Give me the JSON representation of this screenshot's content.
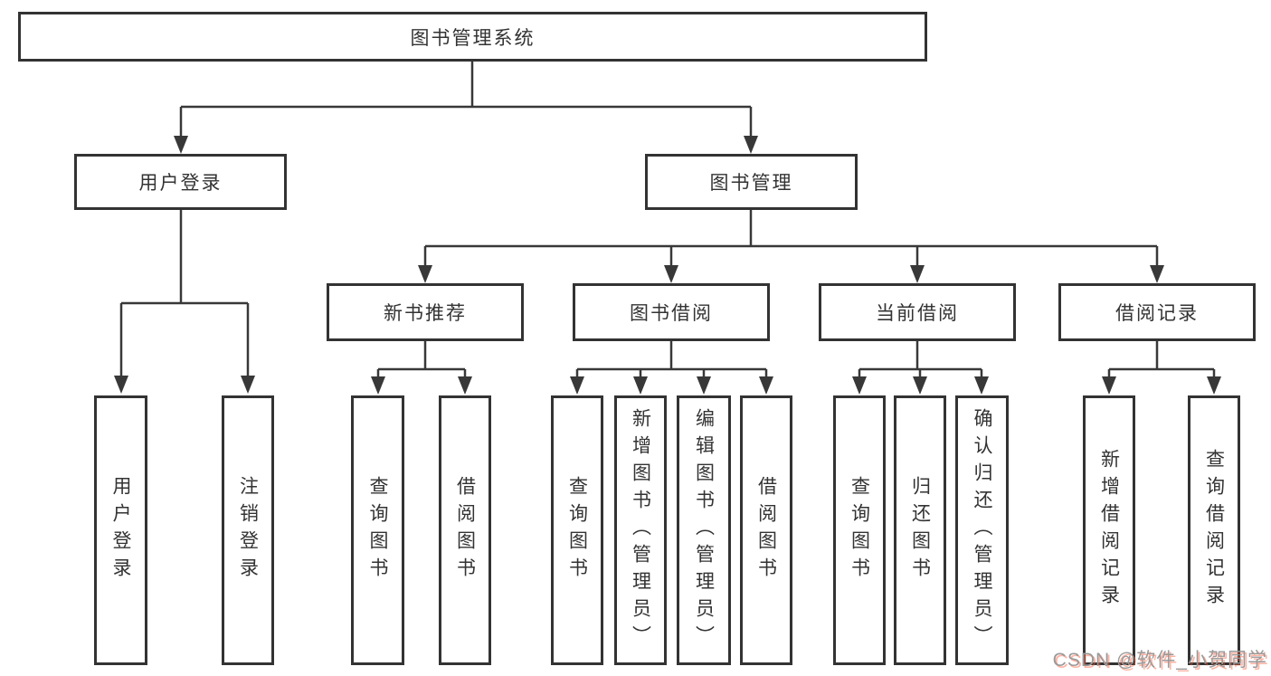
{
  "diagram": {
    "root": {
      "label": "图书管理系统",
      "children": [
        {
          "label": "用户登录",
          "children": [
            {
              "label": "用户登录"
            },
            {
              "label": "注销登录"
            }
          ]
        },
        {
          "label": "图书管理",
          "children": [
            {
              "label": "新书推荐",
              "children": [
                {
                  "label": "查询图书"
                },
                {
                  "label": "借阅图书"
                }
              ]
            },
            {
              "label": "图书借阅",
              "children": [
                {
                  "label": "查询图书"
                },
                {
                  "label": "新增图书（管理员）"
                },
                {
                  "label": "编辑图书（管理员）"
                },
                {
                  "label": "借阅图书"
                }
              ]
            },
            {
              "label": "当前借阅",
              "children": [
                {
                  "label": "查询图书"
                },
                {
                  "label": "归还图书"
                },
                {
                  "label": "确认归还（管理员）"
                }
              ]
            },
            {
              "label": "借阅记录",
              "children": [
                {
                  "label": "新增借阅记录"
                },
                {
                  "label": "查询借阅记录"
                }
              ]
            }
          ]
        }
      ]
    }
  },
  "watermark": {
    "text": "CSDN @软件_小贺同学"
  },
  "colors": {
    "line": "#383838",
    "box_border": "#333333",
    "text": "#333333",
    "background": "#ffffff",
    "watermark_gray": "#999999",
    "watermark_red": "#fc5531"
  }
}
